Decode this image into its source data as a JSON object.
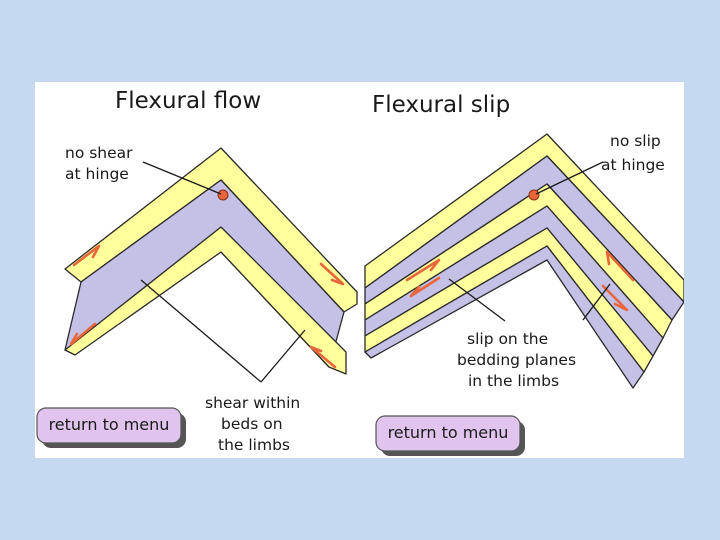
{
  "flow": {
    "title": "Flexural flow",
    "hinge_label": [
      "no shear",
      "at hinge"
    ],
    "limb_label": [
      "shear within",
      "beds on",
      "the limbs"
    ],
    "button": "return to menu"
  },
  "slip": {
    "title": "Flexural slip",
    "hinge_label": [
      "no slip",
      "at hinge"
    ],
    "limb_label": [
      "slip on the",
      "bedding planes",
      "in the limbs"
    ],
    "button": "return to menu"
  },
  "colors": {
    "background": "#c5d9f0",
    "panel": "#ffffff",
    "yellow_layer": "#ffff9c",
    "purple_layer": "#c4c0e6",
    "arrow": "#e8663a",
    "hinge_dot": "#e8663a",
    "button_fill": "#e0c4ee"
  }
}
